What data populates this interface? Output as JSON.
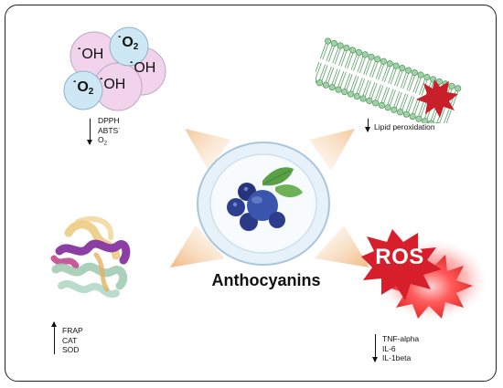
{
  "radicals": {
    "oh_1": "OH",
    "oh_2": "OH",
    "oh_3": "OH",
    "o2_base_1": "O",
    "o2_sub_1": "2",
    "o2_base_2": "O",
    "o2_sub_2": "2"
  },
  "top_left_labels": {
    "line1": "DPPH",
    "line2": "ABTS˙",
    "line3": "O",
    "line3_sub": "2"
  },
  "top_right_label": "Lipid peroxidation",
  "bottom_left_labels": [
    "FRAP",
    "CAT",
    "SOD"
  ],
  "bottom_right_labels": [
    "TNF-alpha",
    "IL-6",
    "IL-1beta"
  ],
  "center_title": "Anthocyanins",
  "ros_label": "ROS",
  "icons": {
    "radicals": "free-radicals-icon",
    "membrane": "lipid-bilayer-icon",
    "protein": "enzyme-protein-icon",
    "ros": "ros-burst-icon",
    "berries": "blueberries-plate-icon"
  },
  "colors": {
    "radical_pink": "#f2d3ec",
    "radical_blue": "#cde7f5",
    "membrane_green": "#9fd3a6",
    "burst_red": "#d61f2b",
    "plate_blue": "#dcebf6",
    "halo": "#f2c595",
    "berry": "#2e3f8f",
    "leaf": "#5aa046"
  }
}
